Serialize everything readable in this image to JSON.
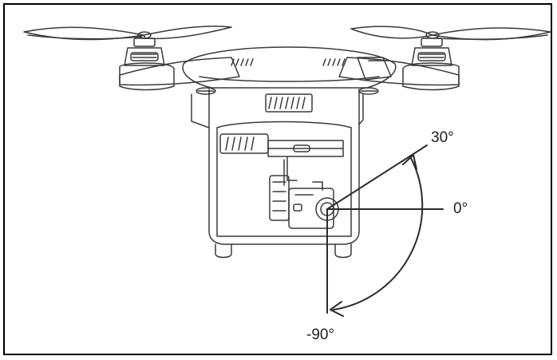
{
  "diagram": {
    "subject_icon": "drone-gimbal-camera-icon",
    "angles": [
      {
        "label": "30°",
        "degrees": 30
      },
      {
        "label": "0°",
        "degrees": 0
      },
      {
        "label": "-90°",
        "degrees": -90
      }
    ],
    "colors": {
      "stroke": "#3a3a3a",
      "text": "#222222",
      "border": "#000000",
      "background": "#ffffff"
    }
  }
}
